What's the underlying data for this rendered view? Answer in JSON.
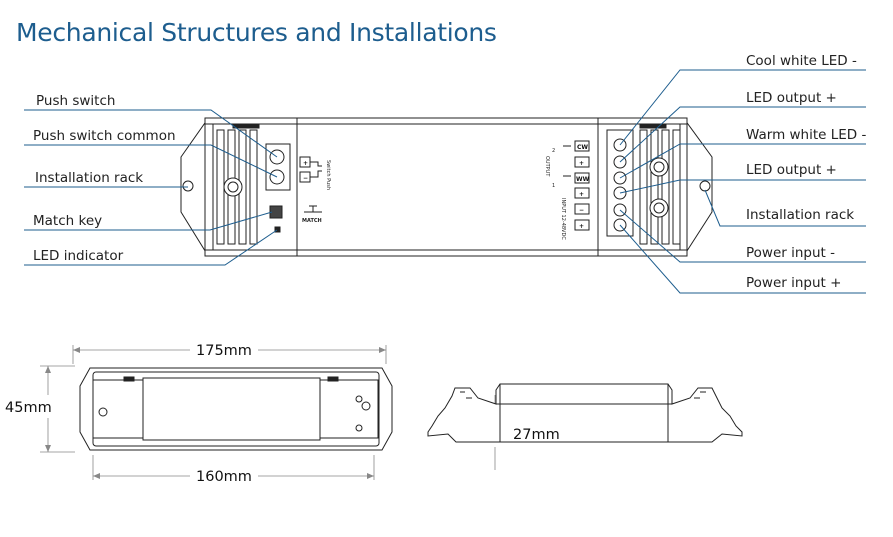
{
  "title": "Mechanical Structures and Installations",
  "colors": {
    "accent": "#1d5d8e",
    "line": "#1d5d8e",
    "drawing": "#222222"
  },
  "left_labels": [
    "Push switch",
    "Push switch common",
    "Installation rack",
    "Match key",
    "LED indicator"
  ],
  "right_labels": [
    "Cool white LED -",
    "LED output +",
    "Warm white LED -",
    "LED output +",
    "Installation rack",
    "Power input -",
    "Power input +"
  ],
  "device": {
    "switch_push": "Switch Push",
    "match": "MATCH",
    "output": "OUTPUT",
    "input": "INPUT 12-48VDC",
    "ch2": "2",
    "ch1": "1",
    "terminals": [
      "CW",
      "+",
      "WW",
      "+",
      "−",
      "+"
    ],
    "switch_terms": [
      "+",
      "−"
    ]
  },
  "dimensions": {
    "length_outer": "175mm",
    "length_inner": "160mm",
    "width": "45mm",
    "height": "27mm"
  }
}
